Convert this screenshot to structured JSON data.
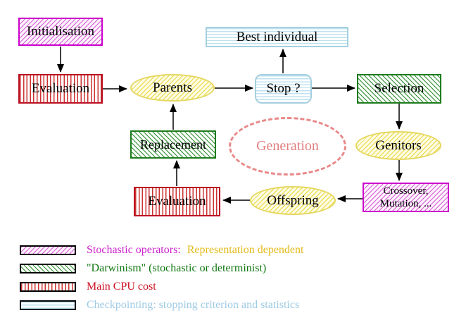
{
  "diagram": {
    "nodes": {
      "initialisation": "Initialisation",
      "evaluation_top": "Evaluation",
      "parents": "Parents",
      "best_individual": "Best individual",
      "stop": "Stop ?",
      "selection": "Selection",
      "replacement": "Replacement",
      "generation": "Generation",
      "genitors": "Genitors",
      "evaluation_bottom": "Evaluation",
      "offspring": "Offspring",
      "crossover_line1": "Crossover,",
      "crossover_line2": "Mutation, ..."
    },
    "colors": {
      "magenta": "#cc00cc",
      "green": "#1e7b1e",
      "red": "#bb1122",
      "cyan_border": "#a5cfe0",
      "yellow_border": "#e5d75f",
      "salmon": "#e98888",
      "gold_text": "#e3ba1c",
      "green_text": "#117711",
      "red_text": "#cc1122",
      "cyan_text": "#9fcbe4",
      "arrow": "#000000"
    }
  },
  "legend": {
    "stochastic_label": "Stochastic operators:",
    "stochastic_suffix": "Representation dependent",
    "darwinism_label": "\"Darwinism\" (stochastic or determinist)",
    "cpu_label": "Main CPU cost",
    "checkpointing_label": "Checkpointing: stopping criterion and statistics"
  }
}
